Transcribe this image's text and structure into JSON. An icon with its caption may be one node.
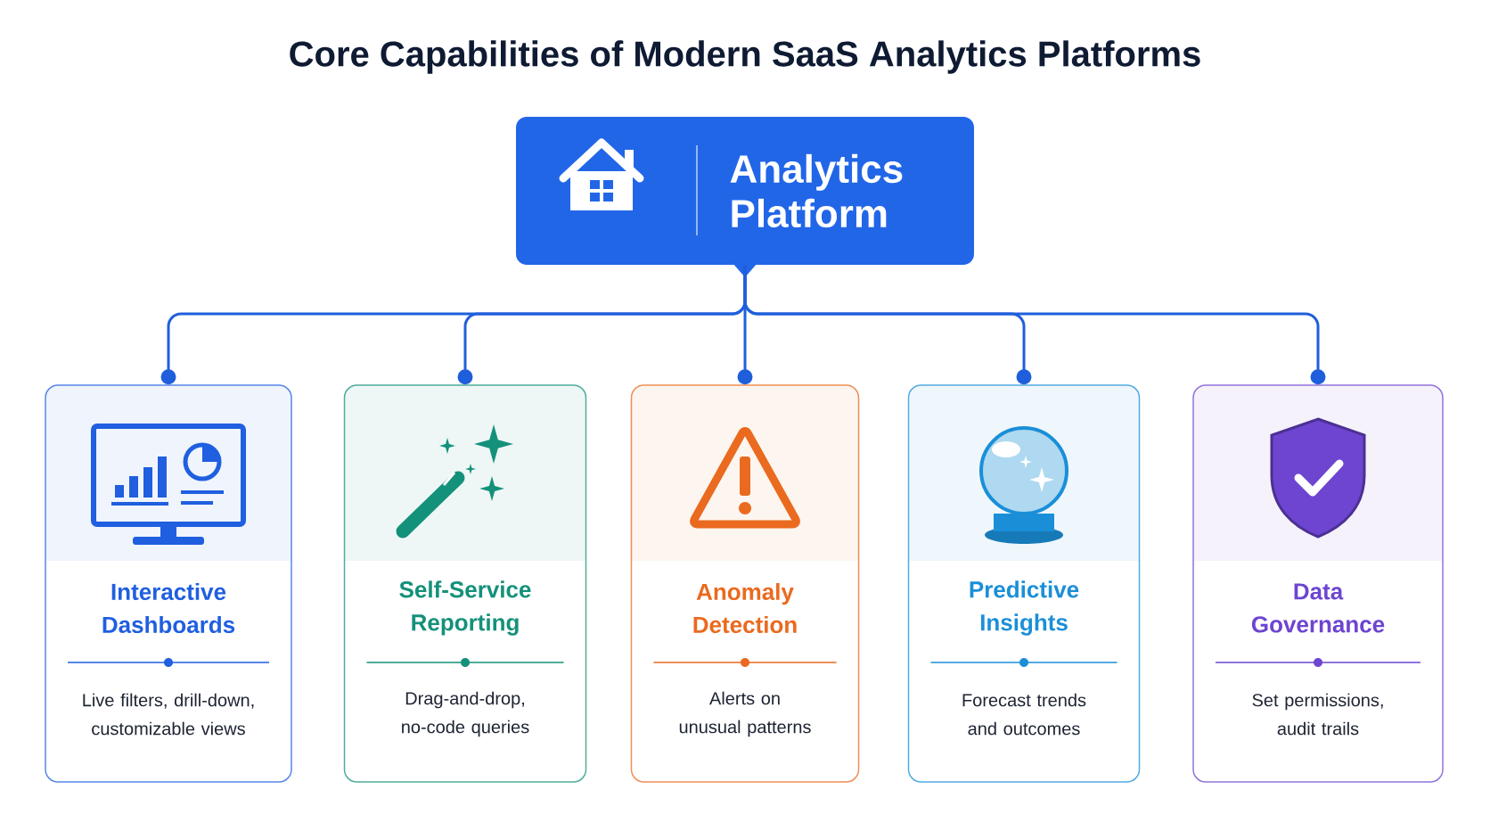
{
  "diagram": {
    "title": "Core Capabilities of Modern SaaS Analytics Platforms",
    "nodes": [
      {
        "text": [
          "Analytics Platform"
        ]
      },
      {
        "text": [
          "Interactive Dashboards",
          "Live filters, drill-down, customizable views"
        ]
      },
      {
        "text": [
          "Self-Service Reporting",
          "Drag-and-drop, no-code queries"
        ]
      },
      {
        "text": [
          "Anomaly Detection",
          "Alerts on unusual patterns"
        ]
      },
      {
        "text": [
          "Predictive Insights",
          "Forecast trends and outcomes"
        ]
      },
      {
        "text": [
          "Data Governance",
          "Set permissions, audit trails"
        ]
      }
    ],
    "edges": [
      {
        "from": 0,
        "to": 1,
        "arrow": "other"
      },
      {
        "from": 0,
        "to": 2,
        "arrow": "other"
      },
      {
        "from": 0,
        "to": 3,
        "arrow": "other"
      },
      {
        "from": 0,
        "to": 4,
        "arrow": "other"
      },
      {
        "from": 0,
        "to": 5,
        "arrow": "other"
      }
    ]
  }
}
